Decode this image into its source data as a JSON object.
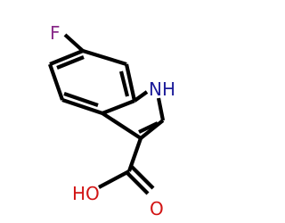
{
  "molecule": {
    "atoms": {
      "fluorine": {
        "text": "F",
        "color": "#8a2b8a"
      },
      "nh": {
        "text": "NH",
        "color": "#1d1d9a"
      },
      "hydroxyl": {
        "text": "HO",
        "color": "#d21414"
      },
      "carbonyl_oxygen": {
        "text": "O",
        "color": "#d21414"
      }
    },
    "bond_color": "#000000"
  }
}
